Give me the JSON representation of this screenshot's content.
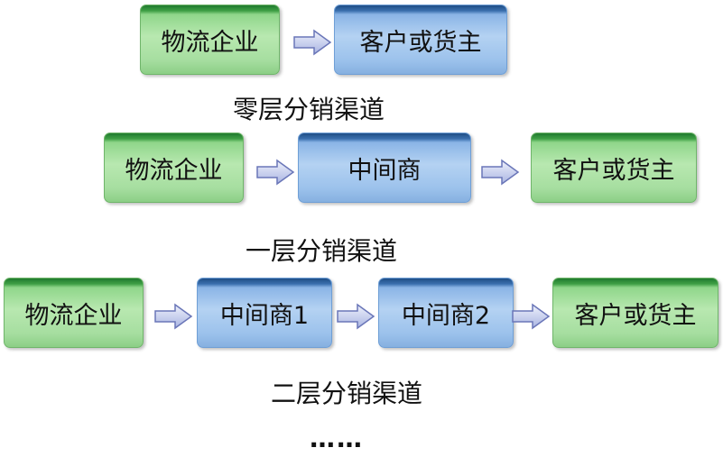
{
  "row0": {
    "boxes": [
      "物流企业",
      "客户或货主"
    ],
    "caption": "零层分销渠道"
  },
  "row1": {
    "boxes": [
      "物流企业",
      "中间商",
      "客户或货主"
    ],
    "caption": "一层分销渠道"
  },
  "row2": {
    "boxes": [
      "物流企业",
      "中间商1",
      "中间商2",
      "客户或货主"
    ],
    "caption": "二层分销渠道"
  },
  "ellipsis": "……",
  "colors": {
    "green_box": "#b8e8b0",
    "blue_box": "#b4d2f2",
    "arrow_fill": "#c9d2f0",
    "arrow_stroke": "#6a76b8"
  }
}
